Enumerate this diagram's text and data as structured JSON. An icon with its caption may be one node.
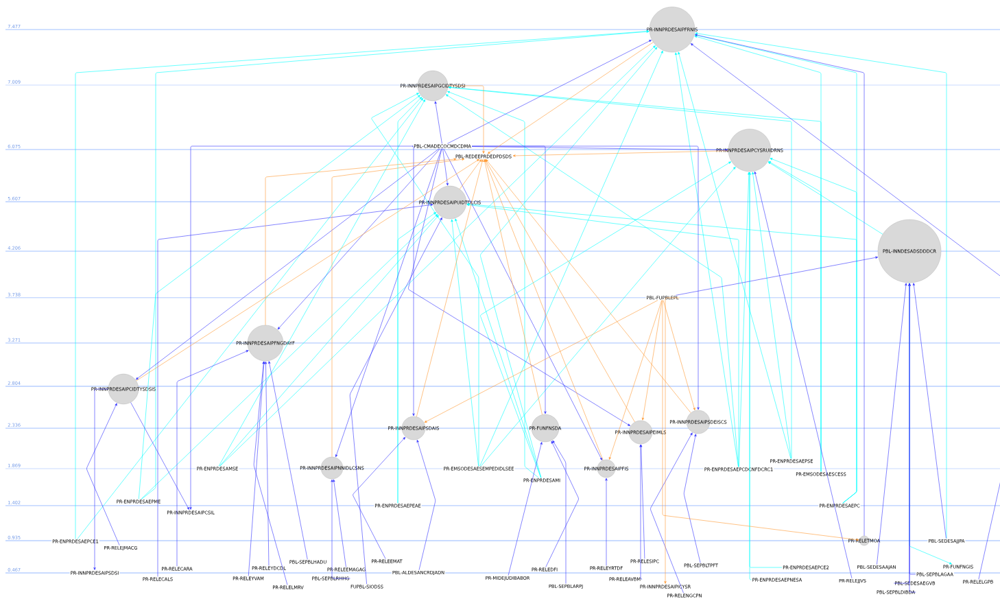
{
  "diagram": {
    "nodes": [
      {
        "text": [
          "PR-INNPRDESAIPFRNIS"
        ]
      },
      {
        "text": [
          "PR-INNPRDESAIPGCIDTYSDSI"
        ]
      },
      {
        "text": [
          "PBL-CMADECOCMDCDMA"
        ]
      },
      {
        "text": [
          "PR-INNPRDESAIPCYSRUIDRNS"
        ]
      },
      {
        "text": [
          "PBL-REDEEPRDEDPDSDS"
        ]
      },
      {
        "text": [
          "PR-INNPRDESAIPUIDTDLCIS"
        ]
      },
      {
        "text": [
          "PBL-INNDESADSDDDCR"
        ]
      },
      {
        "text": [
          "PBL-FUPBLEPL"
        ]
      },
      {
        "text": [
          "PR-INNPRDESAIPFNGDAYF"
        ]
      },
      {
        "text": [
          "PR-INNPRDESAIPCIDTYSDSIS"
        ]
      },
      {
        "text": [
          "PR-INNPRDESAIPSDEISCS"
        ]
      },
      {
        "text": [
          "PR-INNPRDESAIPSDAIS"
        ]
      },
      {
        "text": [
          "PR-FUNFNSDA"
        ]
      },
      {
        "text": [
          "PR-INNPRDESAIPEIMLS"
        ]
      },
      {
        "text": [
          "PR-ENPRDESAEPSE"
        ]
      },
      {
        "text": [
          "PR-ENPRDESAMSE"
        ]
      },
      {
        "text": [
          "PR-INNPRDESAIPNNIDLCSNS"
        ]
      },
      {
        "text": [
          "PR-EMSODESAESEMPEDIDLSEE"
        ]
      },
      {
        "text": [
          "PR-ENPRDESAMI"
        ]
      },
      {
        "text": [
          "PR-INNPRDESAIPFIS"
        ]
      },
      {
        "text": [
          "PR-ENPRDESAEPCDCNFDCRC1"
        ]
      },
      {
        "text": [
          "PR-EMSODESAESCESS"
        ]
      },
      {
        "text": [
          "PR-ENPRDESAEPME"
        ]
      },
      {
        "text": [
          "PR-ENPRDESAEPEAE"
        ]
      },
      {
        "text": [
          "PR-ENPRDESAEPC"
        ]
      },
      {
        "text": [
          "PR-INNPRDESAIPCSIL"
        ]
      },
      {
        "text": [
          "PR-RELETMOA"
        ]
      },
      {
        "text": [
          "PBL-SEDESAJJPA"
        ]
      },
      {
        "text": [
          "PR-ENPRDESAEPCE1"
        ]
      },
      {
        "text": [
          "PR-RELEJMACG"
        ]
      },
      {
        "text": [
          "PBL-SEPBLHADU"
        ]
      },
      {
        "text": [
          "PR-RELEEMAT"
        ]
      },
      {
        "text": [
          "PR-RELESIPC"
        ]
      },
      {
        "text": [
          "PBL-SEPBLTPFT"
        ]
      },
      {
        "text": [
          "PR-FUNFNGIS"
        ]
      },
      {
        "text": [
          "PR-ENPRDESAEPCE2"
        ]
      },
      {
        "text": [
          "PBL-SEDESAAJAN"
        ]
      },
      {
        "text": [
          "PR-RELEYDCDL"
        ]
      },
      {
        "text": [
          "PR-RELEEMAGAG"
        ]
      },
      {
        "text": [
          "PR-RELEYRTDF"
        ]
      },
      {
        "text": [
          "PR-RELECARA"
        ]
      },
      {
        "text": [
          "PR-RELEDFI"
        ]
      },
      {
        "text": [
          "PR-INNPRDESAIPSDSI"
        ]
      },
      {
        "text": [
          "PBL-ALDESANCRDJADN"
        ]
      },
      {
        "text": [
          "PBL-SEPBLAGAA"
        ]
      },
      {
        "text": [
          "PR-MIDEJUDIBABOR"
        ]
      },
      {
        "text": [
          "PBL-SEPBLRHHG"
        ]
      },
      {
        "text": [
          "PR-RELEYVAM"
        ]
      },
      {
        "text": [
          "PR-RELECALS"
        ]
      },
      {
        "text": [
          "PR-RELEAVBM"
        ]
      },
      {
        "text": [
          "PR-ENPRDESAEPNESA"
        ]
      },
      {
        "text": [
          "PR-RELEJJVS"
        ]
      },
      {
        "text": [
          "PBL-SEDESAEGVB"
        ]
      },
      {
        "text": [
          "PR-RELELGPB"
        ]
      },
      {
        "text": [
          "FUPBL-SIODSS"
        ]
      },
      {
        "text": [
          "PR-RELELMRV"
        ]
      },
      {
        "text": [
          "PR-INNPRDESAIPICYSR"
        ]
      },
      {
        "text": [
          "PBL-SEPBLDIBDA"
        ]
      },
      {
        "text": [
          "PR-RELENGCPN"
        ]
      },
      {
        "text": [
          "PBL-SEPBLARPJ"
        ]
      }
    ],
    "edges": [
      {
        "from": 28,
        "to": 0,
        "arrow": "to",
        "color": "#00ffff"
      },
      {
        "from": 28,
        "to": 1,
        "arrow": "to",
        "color": "#00ffff"
      },
      {
        "from": 22,
        "to": 0,
        "arrow": "to",
        "color": "#00ffff"
      },
      {
        "from": 22,
        "to": 1,
        "arrow": "to",
        "color": "#00ffff"
      },
      {
        "from": 22,
        "to": 5,
        "arrow": "to",
        "color": "#00ffff"
      },
      {
        "from": 15,
        "to": 0,
        "arrow": "to",
        "color": "#00ffff"
      },
      {
        "from": 15,
        "to": 1,
        "arrow": "to",
        "color": "#00ffff"
      },
      {
        "from": 15,
        "to": 5,
        "arrow": "to",
        "color": "#00ffff"
      },
      {
        "from": 23,
        "to": 1,
        "arrow": "to",
        "color": "#00ffff"
      },
      {
        "from": 23,
        "to": 5,
        "arrow": "to",
        "color": "#00ffff"
      },
      {
        "from": 17,
        "to": 5,
        "arrow": "to",
        "color": "#00ffff"
      },
      {
        "from": 17,
        "to": 1,
        "arrow": "to",
        "color": "#00ffff"
      },
      {
        "from": 17,
        "to": 0,
        "arrow": "to",
        "color": "#00ffff"
      },
      {
        "from": 17,
        "to": 3,
        "arrow": "to",
        "color": "#00ffff"
      },
      {
        "from": 18,
        "to": 0,
        "arrow": "to",
        "color": "#00ffff"
      },
      {
        "from": 18,
        "to": 1,
        "arrow": "to",
        "color": "#00ffff"
      },
      {
        "from": 18,
        "to": 5,
        "arrow": "to",
        "color": "#00ffff"
      },
      {
        "from": 18,
        "to": 3,
        "arrow": "to",
        "color": "#00ffff"
      },
      {
        "from": 20,
        "to": 5,
        "arrow": "to",
        "color": "#00ffff"
      },
      {
        "from": 20,
        "to": 1,
        "arrow": "to",
        "color": "#00ffff"
      },
      {
        "from": 20,
        "to": 3,
        "arrow": "to",
        "color": "#00ffff"
      },
      {
        "from": 20,
        "to": 0,
        "arrow": "to",
        "color": "#00ffff"
      },
      {
        "from": 14,
        "to": 3,
        "arrow": "to",
        "color": "#00ffff"
      },
      {
        "from": 14,
        "to": 1,
        "arrow": "to",
        "color": "#00ffff"
      },
      {
        "from": 14,
        "to": 0,
        "arrow": "to",
        "color": "#00ffff"
      },
      {
        "from": 21,
        "to": 3,
        "arrow": "to",
        "color": "#00ffff"
      },
      {
        "from": 21,
        "to": 1,
        "arrow": "to",
        "color": "#00ffff"
      },
      {
        "from": 21,
        "to": 0,
        "arrow": "to",
        "color": "#00ffff"
      },
      {
        "from": 24,
        "to": 3,
        "arrow": "to",
        "color": "#00ffff"
      },
      {
        "from": 24,
        "to": 5,
        "arrow": "to",
        "color": "#00ffff"
      },
      {
        "from": 24,
        "to": 0,
        "arrow": "to",
        "color": "#00ffff"
      },
      {
        "from": 35,
        "to": 3,
        "arrow": "to",
        "color": "#00ffff"
      },
      {
        "from": 50,
        "to": 3,
        "arrow": "to",
        "color": "#00ffff"
      },
      {
        "from": 6,
        "to": 3,
        "arrow": "to",
        "color": "#00ffff"
      },
      {
        "from": 6,
        "to": 34,
        "arrow": "to",
        "color": "#00ffff"
      },
      {
        "from": 27,
        "to": 0,
        "arrow": "to",
        "color": "#00ffff"
      },
      {
        "from": 2,
        "to": 1,
        "arrow": "to"
      },
      {
        "from": 2,
        "to": 0,
        "arrow": "to"
      },
      {
        "from": 2,
        "to": 3,
        "arrow": "to"
      },
      {
        "from": 2,
        "to": 5,
        "arrow": "to"
      },
      {
        "from": 2,
        "to": 9,
        "arrow": "to"
      },
      {
        "from": 2,
        "to": 8,
        "arrow": "to"
      },
      {
        "from": 2,
        "to": 16,
        "arrow": "to"
      },
      {
        "from": 2,
        "to": 11,
        "arrow": "to"
      },
      {
        "from": 2,
        "to": 12,
        "arrow": "to"
      },
      {
        "from": 2,
        "to": 13,
        "arrow": "to"
      },
      {
        "from": 2,
        "to": 10,
        "arrow": "to"
      },
      {
        "from": 2,
        "to": 19,
        "arrow": "to"
      },
      {
        "from": 2,
        "to": 25,
        "arrow": "to"
      },
      {
        "from": 9,
        "to": 25,
        "arrow": "to"
      },
      {
        "from": 9,
        "to": 42,
        "arrow": "to"
      },
      {
        "from": 29,
        "to": 9,
        "arrow": "to"
      },
      {
        "from": 48,
        "to": 5,
        "arrow": "to"
      },
      {
        "from": 40,
        "to": 8,
        "arrow": "to"
      },
      {
        "from": 47,
        "to": 8,
        "arrow": "to"
      },
      {
        "from": 37,
        "to": 8,
        "arrow": "to"
      },
      {
        "from": 55,
        "to": 8,
        "arrow": "to"
      },
      {
        "from": 30,
        "to": 8,
        "arrow": "to"
      },
      {
        "from": 46,
        "to": 16,
        "arrow": "to"
      },
      {
        "from": 38,
        "to": 16,
        "arrow": "to"
      },
      {
        "from": 54,
        "to": 5,
        "arrow": "to"
      },
      {
        "from": 31,
        "to": 11,
        "arrow": "to"
      },
      {
        "from": 43,
        "to": 11,
        "arrow": "to"
      },
      {
        "from": 45,
        "to": 12,
        "arrow": "to"
      },
      {
        "from": 41,
        "to": 12,
        "arrow": "to"
      },
      {
        "from": 59,
        "to": 12,
        "arrow": "to"
      },
      {
        "from": 39,
        "to": 19,
        "arrow": "to"
      },
      {
        "from": 49,
        "to": 13,
        "arrow": "to"
      },
      {
        "from": 32,
        "to": 13,
        "arrow": "to"
      },
      {
        "from": 58,
        "to": 10,
        "arrow": "to"
      },
      {
        "from": 33,
        "to": 10,
        "arrow": "to"
      },
      {
        "from": 7,
        "to": 6,
        "arrow": "to"
      },
      {
        "from": 51,
        "to": 3,
        "arrow": "to"
      },
      {
        "from": 36,
        "to": 6,
        "arrow": "to"
      },
      {
        "from": 52,
        "to": 6,
        "arrow": "to"
      },
      {
        "from": 57,
        "to": 6,
        "arrow": "to"
      },
      {
        "from": 44,
        "to": 6,
        "arrow": "to"
      },
      {
        "from": 27,
        "to": 6,
        "arrow": "to"
      },
      {
        "from": 53,
        "to": 0,
        "arrow": "to"
      },
      {
        "from": 26,
        "to": 0,
        "arrow": "to"
      },
      {
        "from": 1,
        "to": 4,
        "arrow": "to",
        "color": "#ff9933"
      },
      {
        "from": 0,
        "to": 4,
        "arrow": "to",
        "color": "#ff9933"
      },
      {
        "from": 5,
        "to": 4,
        "arrow": "to",
        "color": "#ff9933"
      },
      {
        "from": 3,
        "to": 4,
        "arrow": "to",
        "color": "#ff9933"
      },
      {
        "from": 9,
        "to": 4,
        "arrow": "to",
        "color": "#ff9933"
      },
      {
        "from": 8,
        "to": 4,
        "arrow": "to",
        "color": "#ff9933"
      },
      {
        "from": 16,
        "to": 4,
        "arrow": "to",
        "color": "#ff9933"
      },
      {
        "from": 11,
        "to": 4,
        "arrow": "to",
        "color": "#ff9933"
      },
      {
        "from": 12,
        "to": 4,
        "arrow": "to",
        "color": "#ff9933"
      },
      {
        "from": 19,
        "to": 4,
        "arrow": "to",
        "color": "#ff9933"
      },
      {
        "from": 13,
        "to": 4,
        "arrow": "to",
        "color": "#ff9933"
      },
      {
        "from": 10,
        "to": 4,
        "arrow": "to",
        "color": "#ff9933"
      },
      {
        "from": 7,
        "to": 11,
        "arrow": "to",
        "color": "#ff9933"
      },
      {
        "from": 7,
        "to": 19,
        "arrow": "to",
        "color": "#ff9933"
      },
      {
        "from": 7,
        "to": 13,
        "arrow": "to",
        "color": "#ff9933"
      },
      {
        "from": 7,
        "to": 10,
        "arrow": "to",
        "color": "#ff9933"
      },
      {
        "from": 7,
        "to": 56,
        "arrow": "to",
        "color": "#ff9933"
      },
      {
        "from": 7,
        "to": 26,
        "arrow": "to",
        "color": "#ff9933"
      }
    ],
    "labels": [
      "7.477",
      "7.009",
      "6.075",
      "5.607",
      "4.206",
      "3.738",
      "3.271",
      "2.804",
      "2.336",
      "1.869",
      "1.402",
      "0.935",
      "0.467"
    ]
  }
}
